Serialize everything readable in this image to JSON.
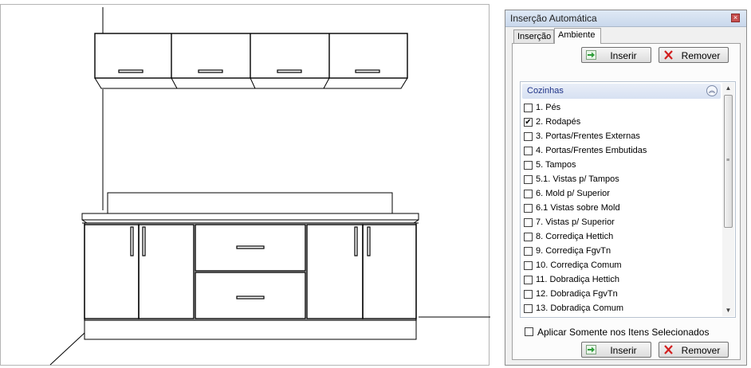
{
  "dialog": {
    "title": "Inserção Automática",
    "close_label": "×",
    "tabs": [
      {
        "label": "Inserção",
        "active": false
      },
      {
        "label": "Ambiente",
        "active": true
      }
    ],
    "insert_label": "Inserir",
    "remove_label": "Remover",
    "group": {
      "label": "Cozinhas",
      "collapse_glyph": "︽",
      "items": [
        {
          "label": "1. Pés",
          "checked": false
        },
        {
          "label": "2. Rodapés",
          "checked": true
        },
        {
          "label": "3. Portas/Frentes Externas",
          "checked": false
        },
        {
          "label": "4. Portas/Frentes Embutidas",
          "checked": false
        },
        {
          "label": "5. Tampos",
          "checked": false
        },
        {
          "label": "5.1. Vistas p/ Tampos",
          "checked": false
        },
        {
          "label": "6. Mold p/ Superior",
          "checked": false
        },
        {
          "label": "6.1 Vistas sobre Mold",
          "checked": false
        },
        {
          "label": "7. Vistas p/ Superior",
          "checked": false
        },
        {
          "label": "8. Corrediça Hettich",
          "checked": false
        },
        {
          "label": "9. Corrediça FgvTn",
          "checked": false
        },
        {
          "label": "10. Corrediça Comum",
          "checked": false
        },
        {
          "label": "11. Dobradiça Hettich",
          "checked": false
        },
        {
          "label": "12. Dobradiça FgvTn",
          "checked": false
        },
        {
          "label": "13. Dobradiça Comum",
          "checked": false
        }
      ]
    },
    "apply_selected_label": "Aplicar Somente nos Itens Selecionados",
    "apply_selected_checked": false,
    "check_glyph": "✔",
    "scroll_up_glyph": "▲",
    "scroll_down_glyph": "▼",
    "scroll_grip_glyph": "≡"
  },
  "colors": {
    "insert_icon": "#2e9e3a",
    "remove_icon": "#d21f1f",
    "group_text": "#1e3287"
  }
}
